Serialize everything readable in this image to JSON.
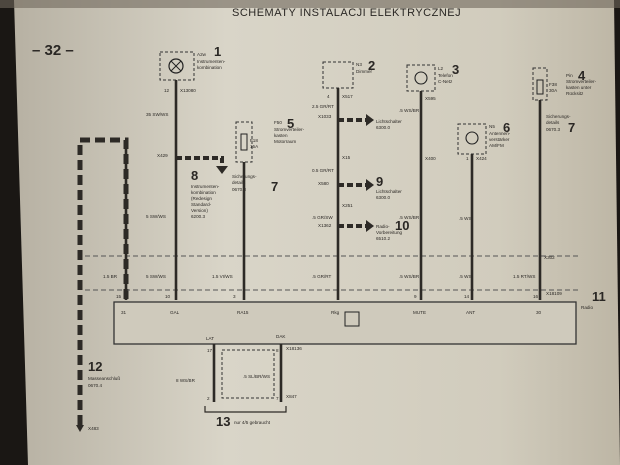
{
  "header": {
    "title": "SCHEMATY INSTALACJI ELEKTRYCZNEJ",
    "page_number": "– 32 –"
  },
  "components": [
    {
      "num": "1",
      "code": "A2w",
      "desc": [
        "Instrumenten-",
        "kombination"
      ]
    },
    {
      "num": "2",
      "code": "N3",
      "desc": [
        "Dimmer"
      ]
    },
    {
      "num": "3",
      "code": "L2",
      "desc": [
        "Telefon",
        "C-Netz"
      ]
    },
    {
      "num": "4",
      "code": "Pin",
      "desc": [
        "Stromverteiler-",
        "kasten unter",
        "Rücksitz"
      ],
      "fuse": [
        "F38",
        "30A"
      ]
    },
    {
      "num": "5",
      "code": "F50",
      "desc": [
        "Stromverteiler-",
        "kasten",
        "Motorraum"
      ],
      "fuse": [
        "F18",
        "15A"
      ]
    },
    {
      "num": "6",
      "code": "N5",
      "desc": [
        "Antennen-",
        "verstärker",
        "AM/FM"
      ]
    },
    {
      "num": "7",
      "desc": [
        "Sicherungs-",
        "details",
        "0670.3"
      ]
    },
    {
      "num": "8",
      "desc": [
        "Instrumenten-",
        "kombination",
        "(Redesign",
        "Standard-",
        "Version)",
        "6200.3"
      ]
    },
    {
      "num": "9",
      "desc": [
        "Lichtschalter",
        "6300.0"
      ]
    },
    {
      "num": "10",
      "desc": [
        "Radio-",
        "Vorbereitung",
        "6510.2"
      ]
    },
    {
      "num": "11",
      "desc": [
        "Radio"
      ],
      "connector": "X18109"
    },
    {
      "num": "12",
      "desc": [
        "Masseanschluß",
        "0670.4"
      ],
      "connector": "X483"
    },
    {
      "num": "13",
      "desc": [
        "nur 4/5 gebraucht"
      ]
    }
  ],
  "connectors": [
    "X13080",
    "X517",
    "X595",
    "X429",
    "X1033",
    "X15",
    "X400",
    "X424",
    "X580",
    "X251",
    "X1362",
    "X302",
    "X18109",
    "X18136",
    "X847",
    "X483",
    "X16"
  ],
  "wires": [
    "35 SW/WS",
    "2.5 GR/RT",
    "0.5 GR/RT",
    ".5 WS/BR",
    "5 SW/WS",
    "1.5 VI/WS",
    ".5 GR/RT",
    ".5 GR/SW",
    "1.5 BR",
    ".5 WS",
    "1.5 RT/WS",
    ".5 SL/BR/WS",
    ".5 WS/BR",
    "8 WS/BR"
  ],
  "radio_pins": [
    "31",
    "GAL",
    "RA15",
    "Rkg",
    "MUTE",
    "ANT",
    "30"
  ],
  "bottom_labels": [
    "LAT",
    "DAK"
  ],
  "pin_numbers": [
    "12",
    "4",
    "2",
    "1",
    "15",
    "10",
    "3",
    "9",
    "14",
    "16",
    "17",
    "8",
    "7"
  ]
}
